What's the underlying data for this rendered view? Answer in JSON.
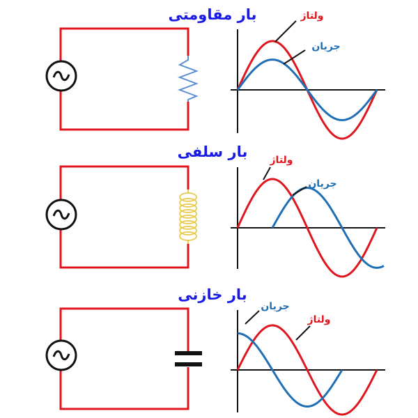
{
  "colors": {
    "voltage": "#e0161e",
    "current": "#1f6fb5",
    "title": "#1a1ae6",
    "wire": "#e0161e",
    "resistor": "#5b8fd0",
    "inductor": "#e8c84a"
  },
  "panels": [
    {
      "title": "بار مقاومتی",
      "voltage_label": "ولتاژ",
      "current_label": "جریان",
      "load": "resistor-icon",
      "current_phase_deg": 0,
      "voltage_amp": 1.0,
      "current_amp": 0.62
    },
    {
      "title": "بار سلفی",
      "voltage_label": "ولتاژ",
      "current_label": "جریان",
      "load": "inductor-icon",
      "current_phase_deg": -90,
      "voltage_amp": 1.0,
      "current_amp": 0.82
    },
    {
      "title": "بار خازنی",
      "voltage_label": "ولتاژ",
      "current_label": "جریان",
      "load": "capacitor-icon",
      "current_phase_deg": 90,
      "voltage_amp": 1.0,
      "current_amp": 0.82
    }
  ],
  "source_symbol": "~"
}
